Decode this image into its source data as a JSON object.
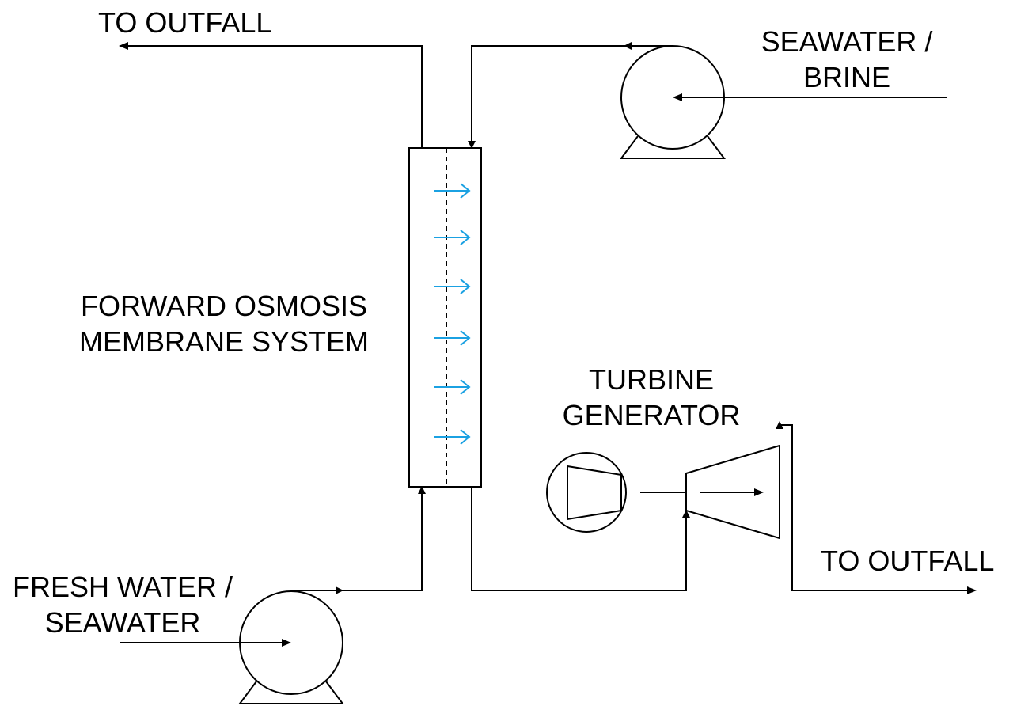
{
  "labels": {
    "outfall_top": "TO OUTFALL",
    "seawater_brine": [
      "SEAWATER /",
      "BRINE"
    ],
    "fo_system": [
      "FORWARD OSMOSIS",
      "MEMBRANE SYSTEM"
    ],
    "turbine_generator": [
      "TURBINE",
      "GENERATOR"
    ],
    "outfall_right": "TO OUTFALL",
    "fresh_water": [
      "FRESH WATER /",
      "SEAWATER"
    ]
  },
  "colors": {
    "line": "#000000",
    "permeate_flow_arrow": "#1ba1e2"
  }
}
